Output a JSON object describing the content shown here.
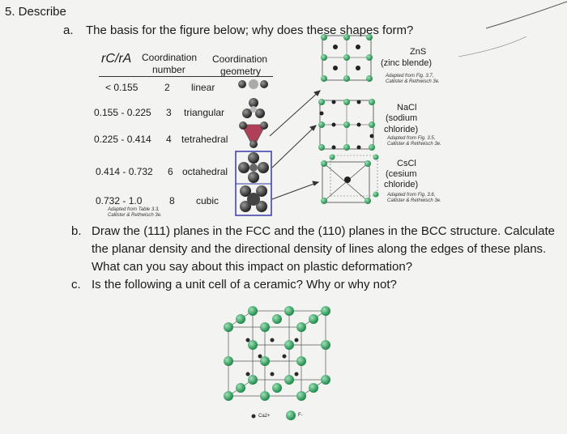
{
  "question": {
    "number": "5. Describe",
    "a": {
      "marker": "a.",
      "text": "The basis for the figure below; why does these shapes form?"
    },
    "b": {
      "marker": "b.",
      "lines": [
        "Draw the (111) planes in the FCC and the (110) planes in the BCC structure. Calculate",
        "the planar density and the directional density of lines along the edges of these plans.",
        "What can you say about this impact on plastic deformation?"
      ]
    },
    "c": {
      "marker": "c.",
      "text": "Is the following a unit cell of a ceramic? Why or why not?"
    }
  },
  "table": {
    "header": {
      "ratio": "rC/rA",
      "coord_number": [
        "Coordination",
        "number"
      ],
      "coord_geometry": [
        "Coordination",
        "geometry"
      ]
    },
    "rows": [
      {
        "range": "< 0.155",
        "number": "2",
        "geometry": "linear"
      },
      {
        "range": "0.155 - 0.225",
        "number": "3",
        "geometry": "triangular"
      },
      {
        "range": "0.225 - 0.414",
        "number": "4",
        "geometry": "tetrahedral"
      },
      {
        "range": "0.414 - 0.732",
        "number": "6",
        "geometry": "octahedral"
      },
      {
        "range": "0.732 - 1.0",
        "number": "8",
        "geometry": "cubic"
      }
    ],
    "source": [
      "Adapted from Table 3.3,",
      "Callister & Rethwisch 3e."
    ]
  },
  "structures": [
    {
      "name": [
        "ZnS",
        "(zinc blende)"
      ],
      "source": [
        "Adapted from Fig. 3.7,",
        "Callister & Rethwisch 3e."
      ]
    },
    {
      "name": [
        "NaCl",
        "(sodium",
        "chloride)"
      ],
      "source": [
        "Adapted from Fig. 3.5,",
        "Callister & Rethwisch 3e."
      ]
    },
    {
      "name": [
        "CsCl",
        "(cesium",
        "chloride)"
      ],
      "source": [
        "Adapted from Fig. 3.6,",
        "Callister & Rethwisch 3e."
      ]
    }
  ],
  "legend": {
    "cation": "Ca2+",
    "anion": "F-"
  },
  "colors": {
    "green": "#2fa35c",
    "dark": "#333",
    "blue_box": "#3a3aa8",
    "text": "#1a1a1a",
    "background": "#f3f4f2"
  }
}
